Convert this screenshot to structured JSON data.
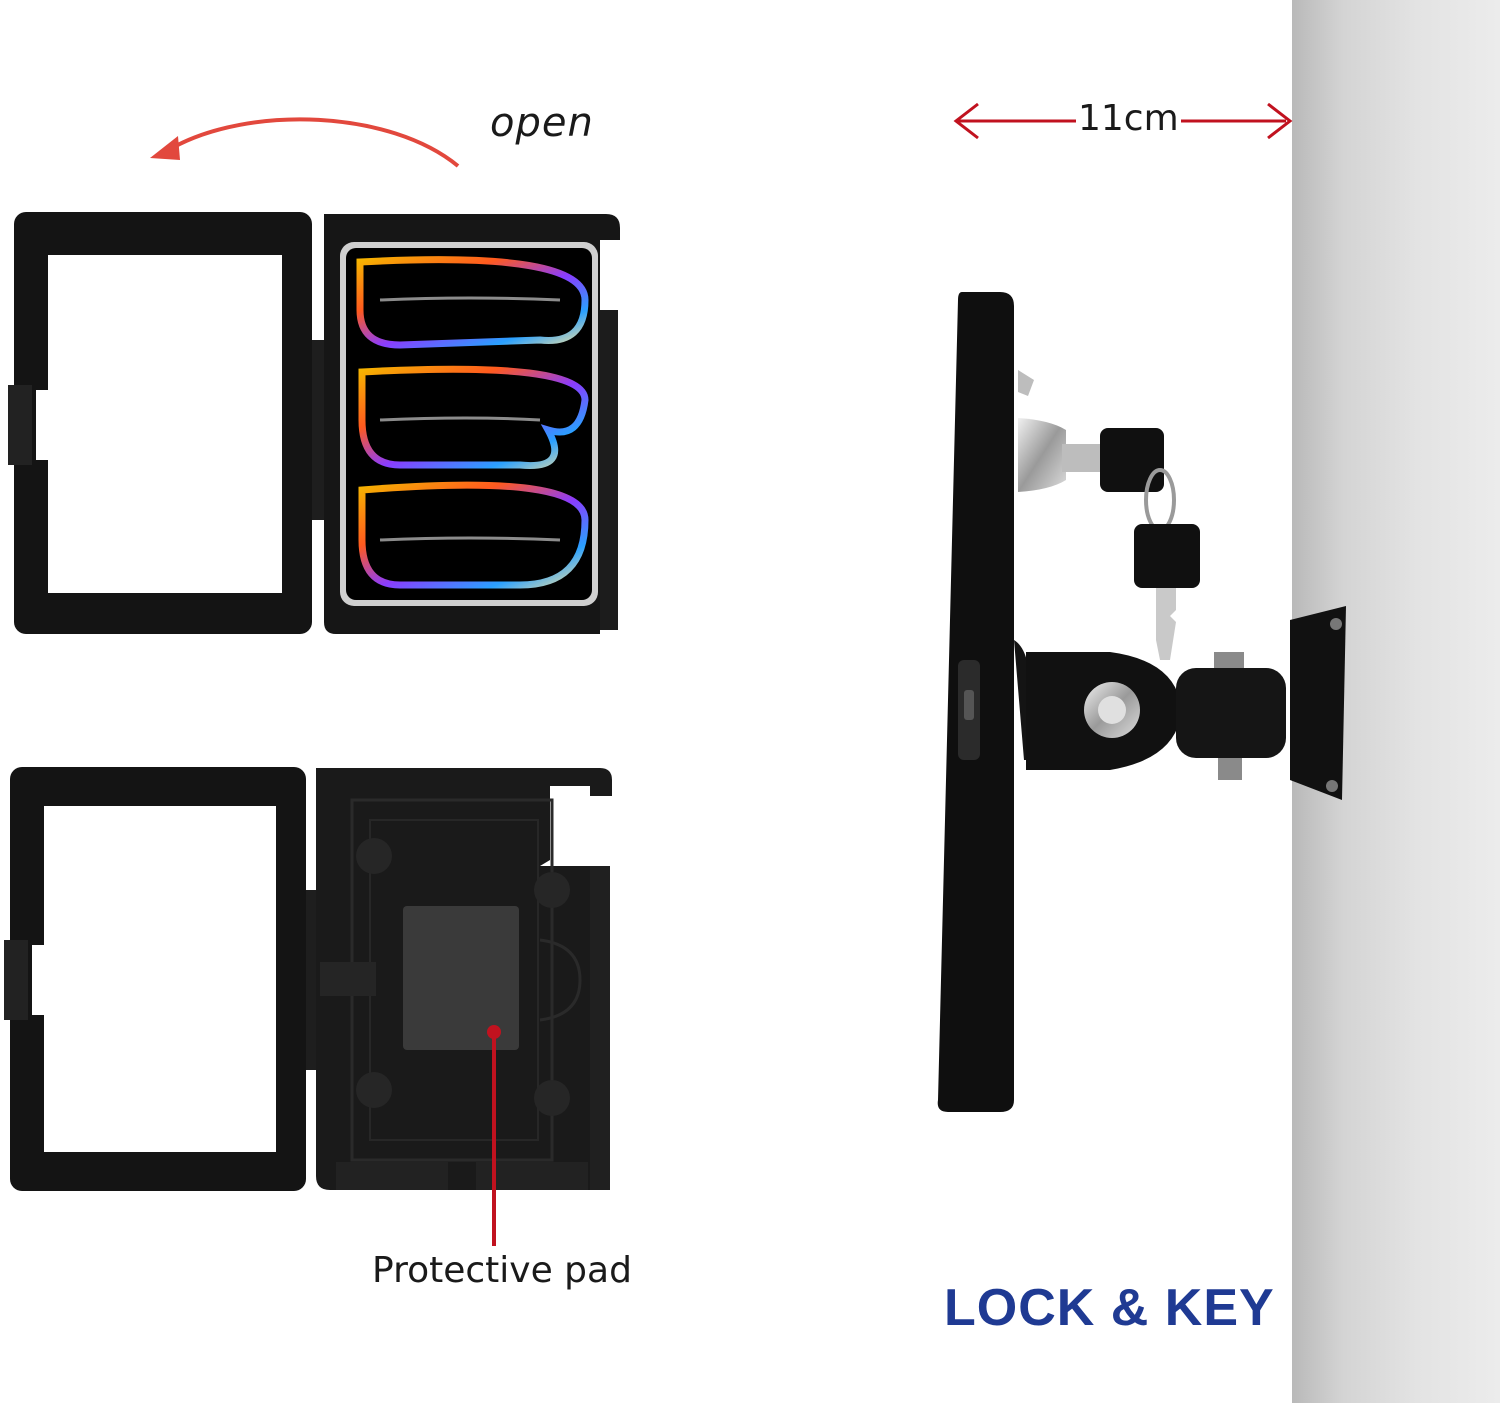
{
  "labels": {
    "open": "open",
    "dimension": "11cm",
    "pad": "Protective pad",
    "brand": "LOCK & KEY"
  },
  "colors": {
    "arrow_open": "#e2483d",
    "dimension_arrow": "#c1121f",
    "pad_pointer": "#c1121f",
    "brand_text": "#1f3a93",
    "enclosure": "#141414"
  }
}
